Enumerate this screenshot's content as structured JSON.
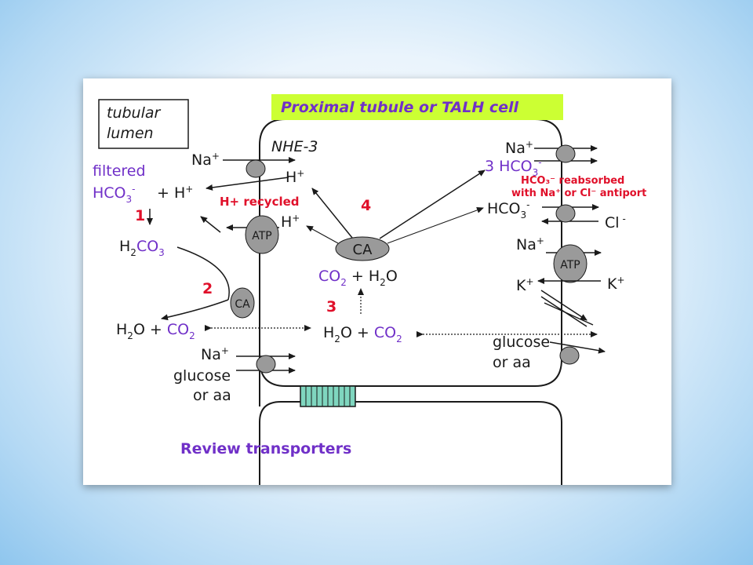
{
  "lumen_label": [
    "tubular",
    "lumen"
  ],
  "cell_title": "Proximal tubule or TALH cell",
  "nhe3": "NHE-3",
  "left": {
    "na_top": "Na",
    "plus": "+",
    "h_nhe": "H",
    "filtered": "filtered",
    "hco3_base": "HCO",
    "sub3": "3",
    "minus": "-",
    "plus_h": "+ H",
    "h_recycled": "H+ recycled",
    "h_atp": "H",
    "atp": "ATP",
    "h2co3_h": "H",
    "sub2": "2",
    "co3": "CO",
    "ca": "CA",
    "h2o_co2_left_h": "H",
    "h2o_o_plus": "O + ",
    "co": "CO",
    "na_bottom": "Na",
    "glucose": "glucose",
    "or_aa": "or aa"
  },
  "steps": [
    "1",
    "2",
    "3",
    "4"
  ],
  "center": {
    "ca": "CA",
    "co2_h2o_co": "CO",
    "plus_h": " + H",
    "o": "O",
    "h2o_co2_h": "H",
    "o_plus": "O + ",
    "co": "CO"
  },
  "right": {
    "na_top": "Na",
    "plus": "+",
    "three_hco3": "3 HCO",
    "sub3": "3",
    "minus": "-",
    "reabsorbed_line1": "HCO₃⁻ reabsorbed",
    "reabsorbed_line2": "with Na⁺ or Cl⁻ antiport",
    "hco3": "HCO",
    "cl": "Cl",
    "na_mid": "Na",
    "atp": "ATP",
    "k_left": "K",
    "k_right": "K",
    "glucose": "glucose",
    "or_aa": "or aa"
  },
  "review": "Review transporters",
  "colors": {
    "purple": "#7030c8",
    "red": "#e0102a",
    "highlight": "#ccff33",
    "gray_transporter": "#9a9a9a",
    "junction": "#7fd6bf"
  }
}
